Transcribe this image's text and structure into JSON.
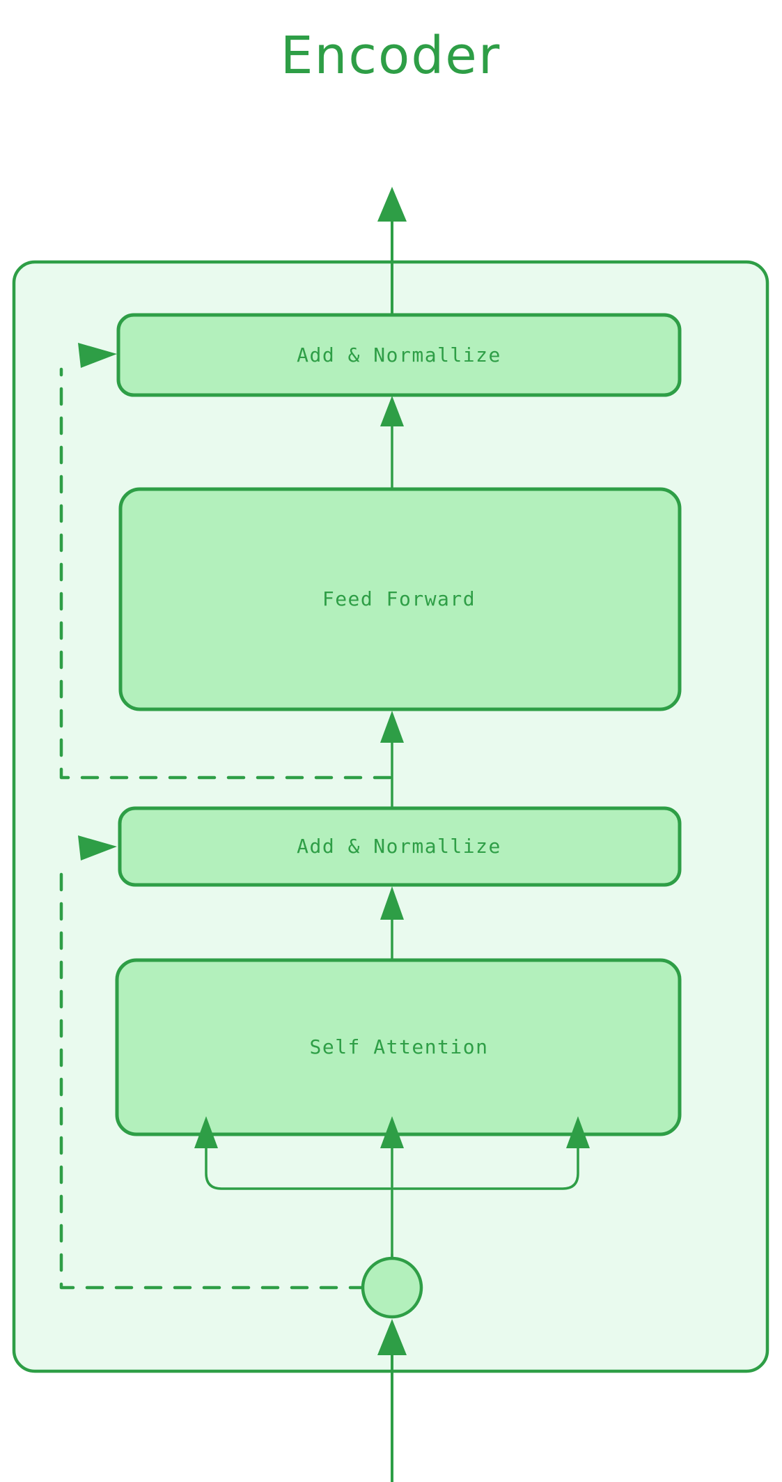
{
  "page": {
    "background_color": "#ffffff",
    "accent_color": "#2e9e46",
    "box_fill_color": "#b3f0bc",
    "container_fill_color": "#e9faee"
  },
  "title": {
    "text": "Encoder"
  },
  "container": {
    "name": "encoder-block"
  },
  "nodes": [
    {
      "id": "add-norm-top",
      "label": "Add & Normallize"
    },
    {
      "id": "feed-forward",
      "label": "Feed Forward"
    },
    {
      "id": "add-norm-bottom",
      "label": "Add & Normallize"
    },
    {
      "id": "self-attention",
      "label": "Self Attention"
    },
    {
      "id": "input-junction",
      "label": ""
    }
  ],
  "edges": [
    {
      "from": "add-norm-top",
      "to": "output",
      "style": "solid",
      "arrow": true
    },
    {
      "from": "feed-forward",
      "to": "add-norm-top",
      "style": "solid",
      "arrow": true
    },
    {
      "from": "add-norm-bottom",
      "to": "feed-forward",
      "style": "solid",
      "arrow": true
    },
    {
      "from": "self-attention",
      "to": "add-norm-bottom",
      "style": "solid",
      "arrow": true
    },
    {
      "from": "input-junction",
      "to": "self-attention",
      "style": "solid",
      "arrow": true,
      "note": "three query/key/value branches"
    },
    {
      "from": "input",
      "to": "input-junction",
      "style": "solid",
      "arrow": true
    },
    {
      "from": "add-norm-bottom-residual",
      "to": "add-norm-top",
      "style": "dashed",
      "arrow": true
    },
    {
      "from": "input-junction-residual",
      "to": "add-norm-bottom",
      "style": "dashed",
      "arrow": true
    }
  ],
  "icons": {
    "arrow_up": "arrow-up-icon",
    "junction": "circle-junction-icon"
  }
}
